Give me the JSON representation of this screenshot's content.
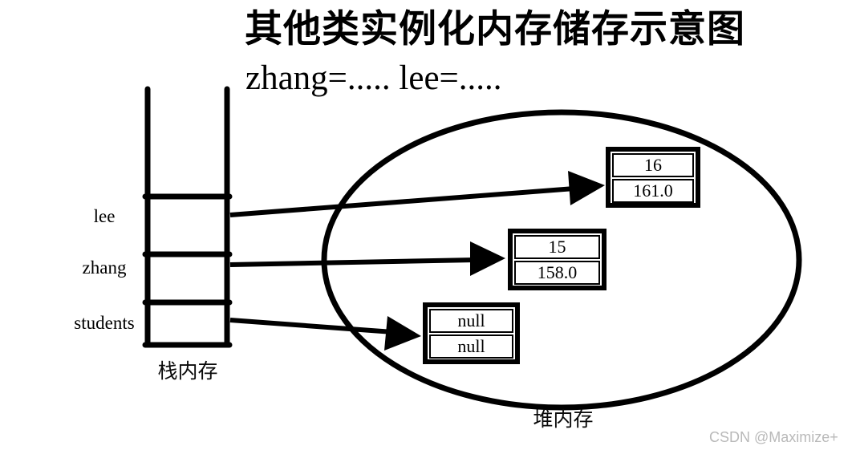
{
  "title": "其他类实例化内存储存示意图",
  "subtitle": "zhang=..... lee=.....",
  "stack": {
    "label": "栈内存",
    "slots": [
      {
        "name": "lee"
      },
      {
        "name": "zhang"
      },
      {
        "name": "students"
      }
    ]
  },
  "heap": {
    "label": "堆内存",
    "objects": [
      {
        "referenced_by": "lee",
        "fields": [
          "16",
          "161.0"
        ]
      },
      {
        "referenced_by": "zhang",
        "fields": [
          "15",
          "158.0"
        ]
      },
      {
        "referenced_by": "students",
        "fields": [
          "null",
          "null"
        ]
      }
    ]
  },
  "watermark": "CSDN @Maximize+",
  "colors": {
    "line": "#000000",
    "text": "#000000",
    "watermark": "#b9b9b9",
    "background": "#ffffff"
  }
}
